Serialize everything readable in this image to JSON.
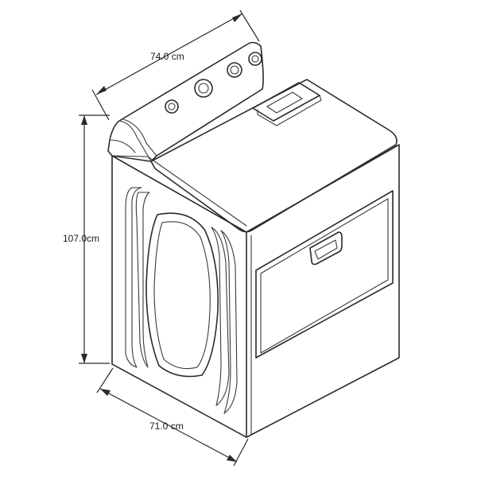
{
  "dimensions": {
    "width_label": "74.0 cm",
    "height_label": "107.0cm",
    "depth_label": "71.0 cm"
  },
  "colors": {
    "line": "#2a2a2a",
    "background": "#ffffff"
  },
  "icons": {
    "appliance": "dryer-line-drawing-icon",
    "knob": "control-knob-icon",
    "handle": "drawer-handle-icon"
  }
}
